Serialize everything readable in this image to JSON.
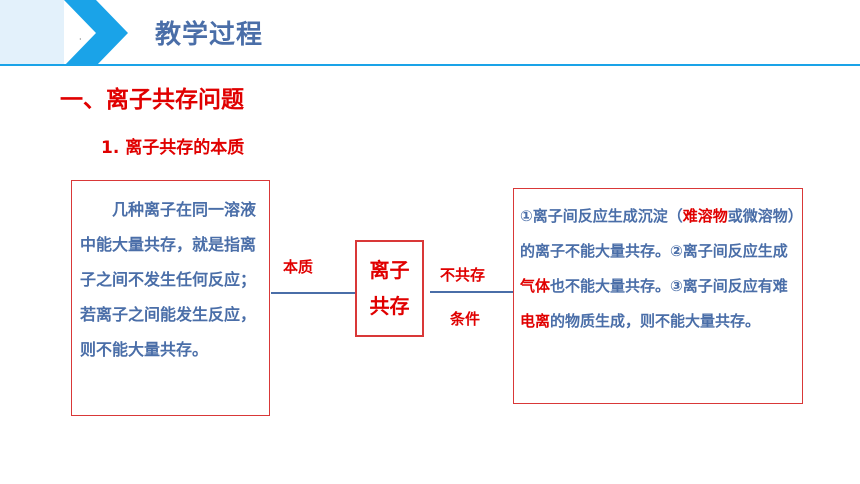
{
  "header": {
    "title": "教学过程",
    "dot": "·",
    "accent_color": "#1aa3e8",
    "title_color": "#4a6ea8"
  },
  "section": {
    "heading": "一、离子共存问题",
    "sub_heading": "1. 离子共存的本质"
  },
  "left_box": {
    "text": "几种离子在同一溶液中能大量共存，就是指离子之间不发生任何反应；若离子之间能发生反应，则不能大量共存。"
  },
  "connectors": {
    "left_label": "本质",
    "right_label_top": "不共存",
    "right_label_bottom": "条件"
  },
  "center_box": {
    "line1": "离子",
    "line2": "共存"
  },
  "right_box": {
    "item1_pre": "①离子间反应生成沉淀（",
    "item1_hl": "难溶物",
    "item1_post": "或微溶物）的离子不能大量共存。",
    "item2_pre": "②离子间反应生成",
    "item2_hl": "气体",
    "item2_post": "也不能大量共存。",
    "item3_pre": "③离子间反应有难",
    "item3_hl": "电离",
    "item3_post": "的物质生成，则不能大量共存。"
  },
  "colors": {
    "red": "#e00000",
    "blue_text": "#4a6ea8",
    "box_border": "#d93838"
  }
}
